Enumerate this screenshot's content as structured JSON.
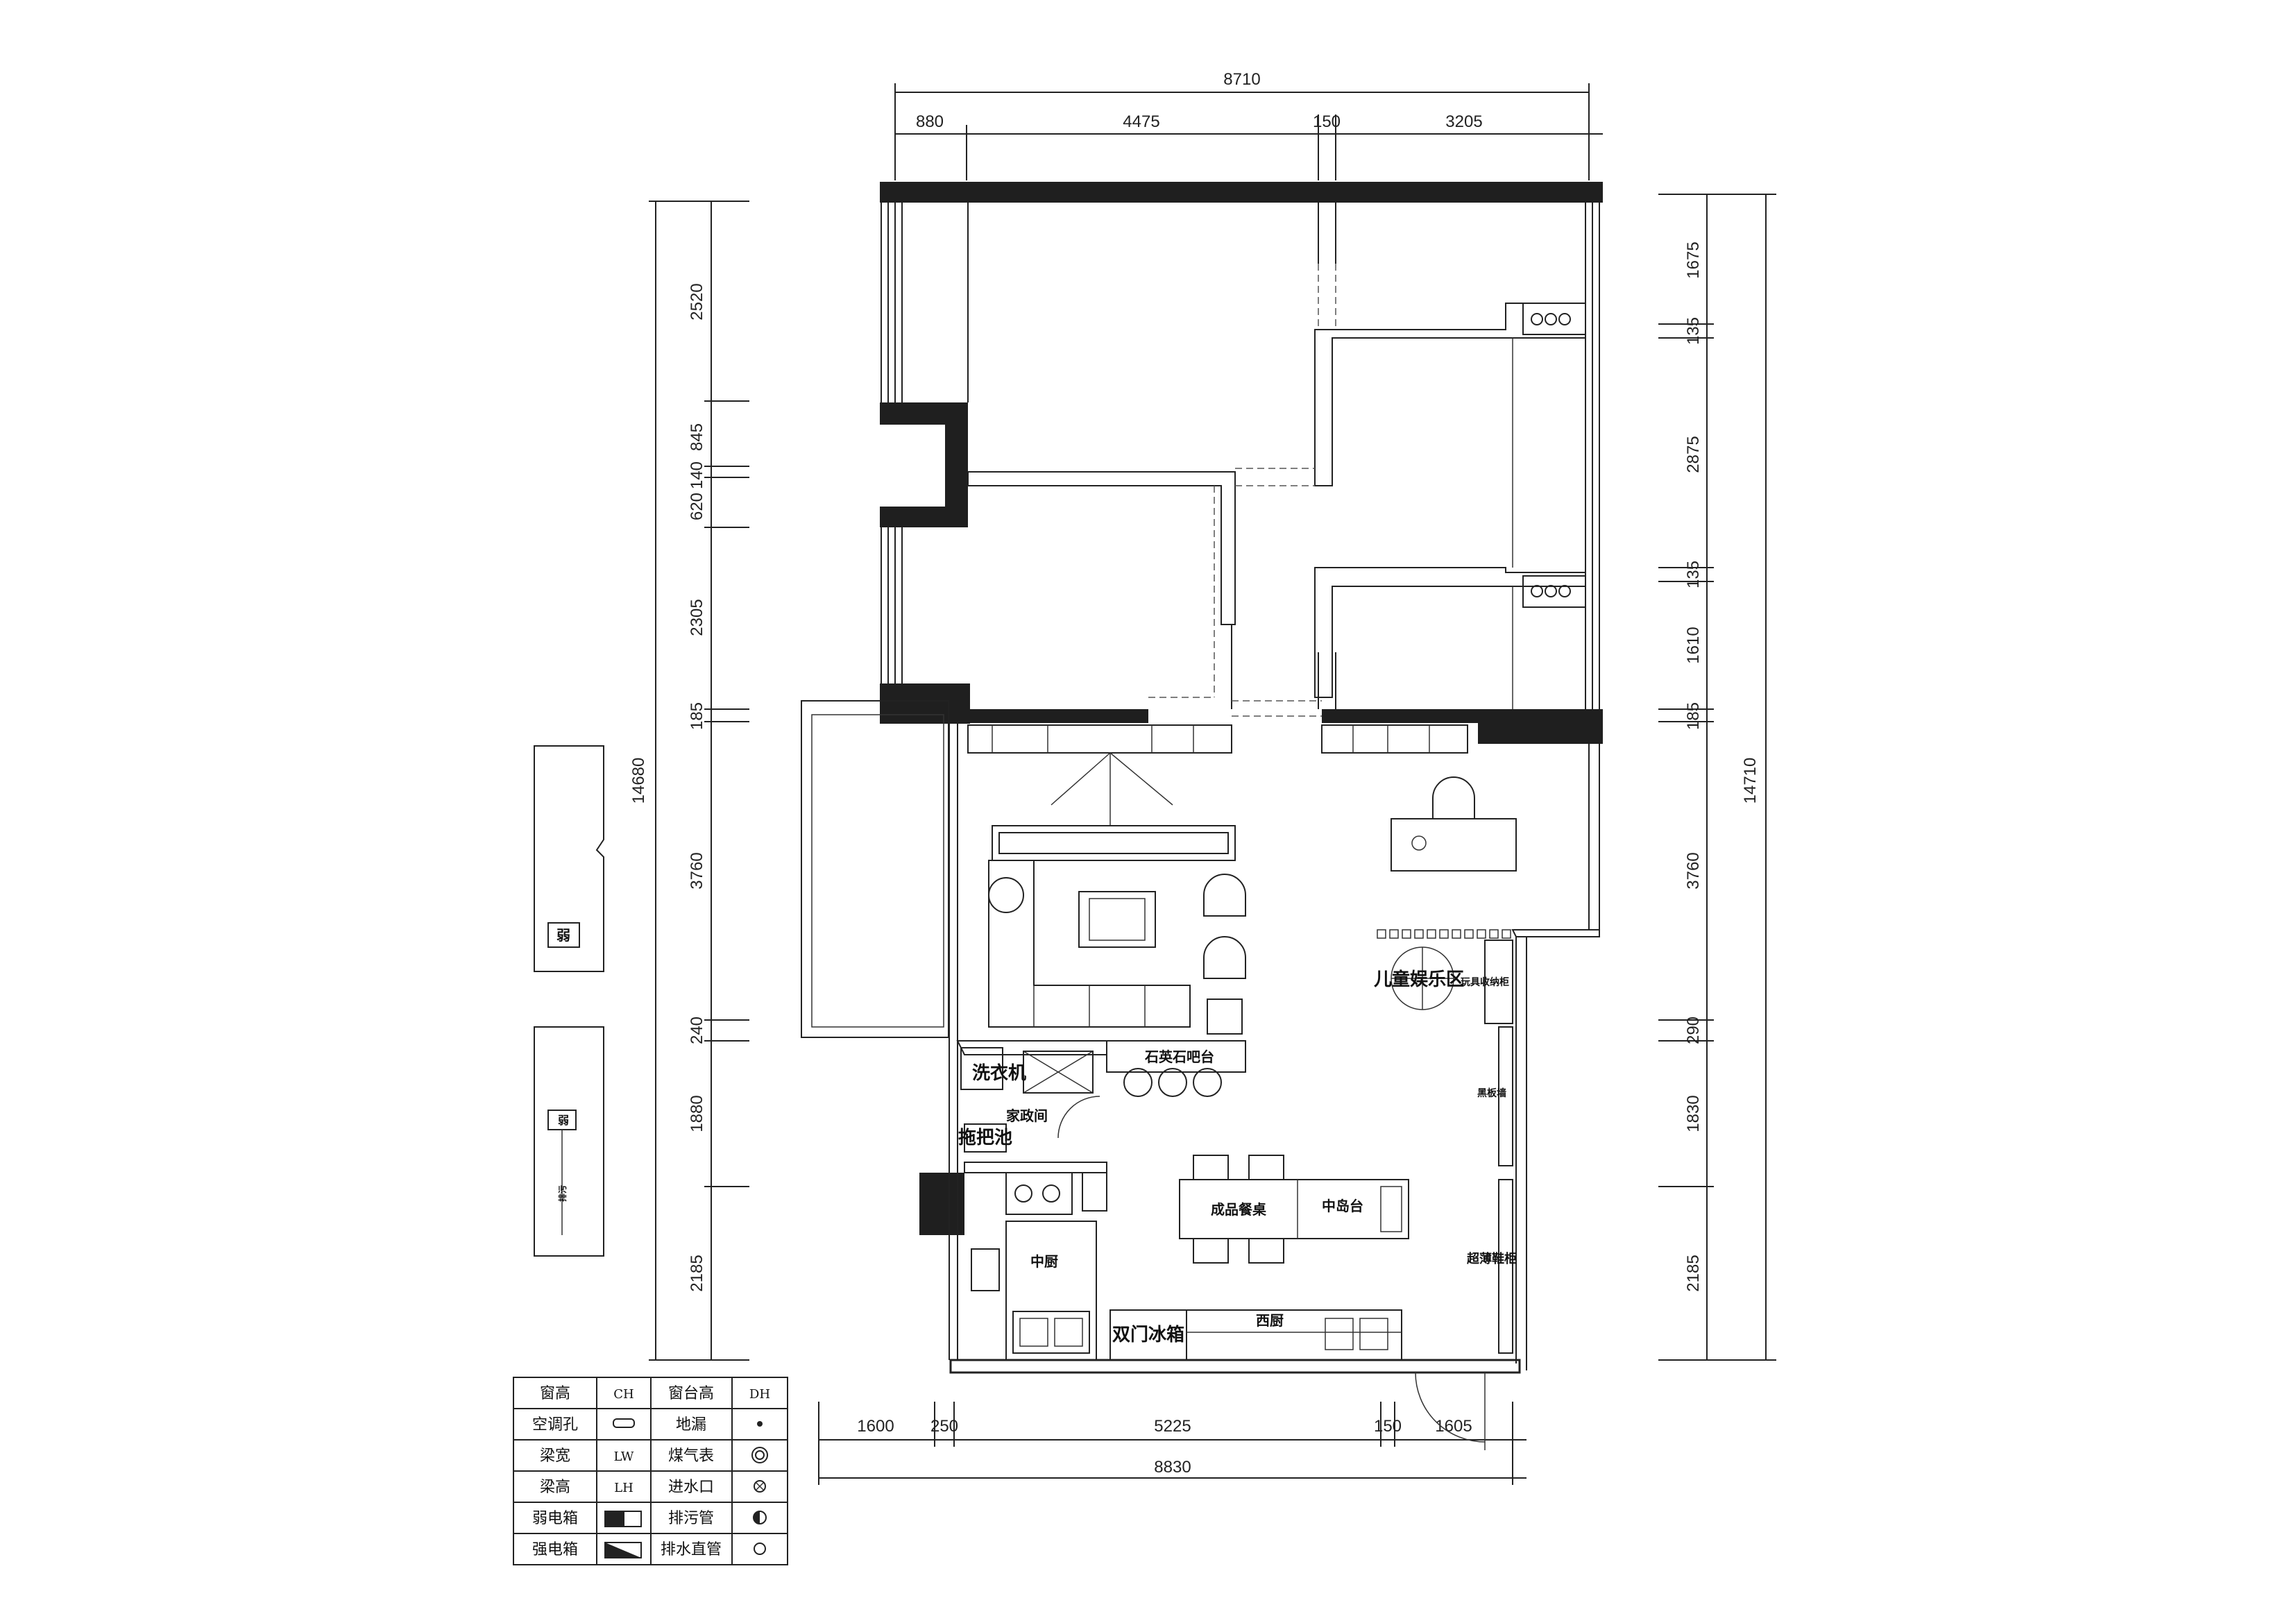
{
  "dimensions": {
    "top_total": "8710",
    "top_segments": [
      "880",
      "4475",
      "150",
      "3205"
    ],
    "bottom_total": "8830",
    "bottom_segments": [
      "1600",
      "250",
      "5225",
      "150",
      "1605"
    ],
    "left_total": "14680",
    "left_segments": [
      "2520",
      "845",
      "140",
      "620",
      "2305",
      "185",
      "3760",
      "240",
      "1880",
      "2185"
    ],
    "right_total": "14710",
    "right_segments": [
      "1675",
      "135",
      "2875",
      "135",
      "1610",
      "185",
      "3760",
      "290",
      "1830",
      "2185"
    ]
  },
  "rooms": {
    "quartz_bar": "石英石吧台",
    "washer": "洗衣机",
    "laundry": "家政间",
    "mop_pool": "拖把池",
    "chinese_kitchen": "中厨",
    "double_fridge": "双门冰箱",
    "western_kitchen": "西厨",
    "dining_table": "成品餐桌",
    "island": "中岛台",
    "kids_play": "儿童娱乐区",
    "toy_cabinet": "玩具收纳柜",
    "display_cabinet": "黑板墙",
    "super_cabinet": "超薄鞋柜"
  },
  "side_details": {
    "weak_box": "弱",
    "weak_box2": "弱",
    "vertical_note": "排污"
  },
  "legend": {
    "rows": [
      {
        "a_label": "窗高",
        "a_code": "CH",
        "b_label": "窗台高",
        "b_code": "DH"
      },
      {
        "a_label": "空调孔",
        "a_code": "",
        "b_label": "地漏",
        "b_code": ""
      },
      {
        "a_label": "梁宽",
        "a_code": "LW",
        "b_label": "煤气表",
        "b_code": ""
      },
      {
        "a_label": "梁高",
        "a_code": "LH",
        "b_label": "进水口",
        "b_code": ""
      },
      {
        "a_label": "弱电箱",
        "a_code": "",
        "b_label": "排污管",
        "b_code": ""
      },
      {
        "a_label": "强电箱",
        "a_code": "",
        "b_label": "排水直管",
        "b_code": ""
      }
    ],
    "icons": [
      "ac-hole-icon",
      "floor-drain-icon",
      "gas-meter-icon",
      "water-inlet-icon",
      "weak-box-icon",
      "sewage-pipe-icon",
      "strong-box-icon",
      "drain-pipe-icon"
    ]
  },
  "colors": {
    "wall": "#1f1f1f",
    "line": "#222222",
    "background": "#ffffff"
  }
}
